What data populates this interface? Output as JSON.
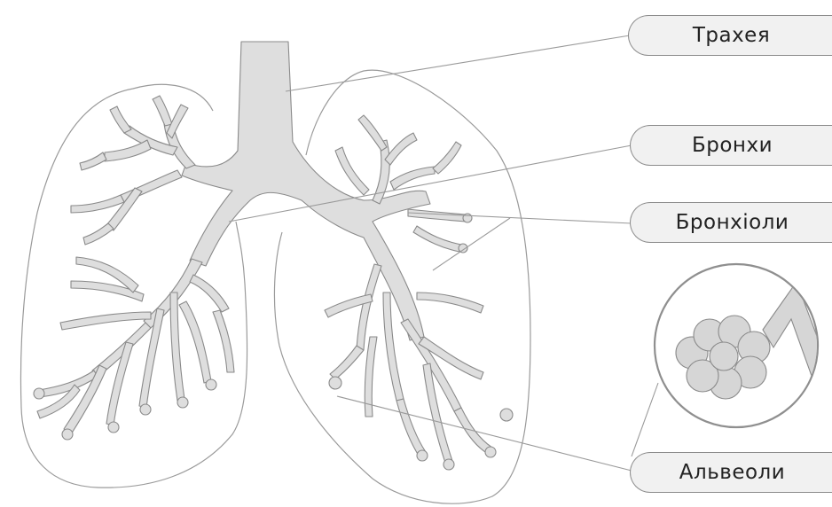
{
  "labels": {
    "trachea": "Трахея",
    "bronchi": "Бронхи",
    "bronchioles": "Бронхіоли",
    "alveoli": "Альвеоли"
  },
  "icons": {
    "lungs": "lungs-illustration",
    "alveoli_zoom": "alveoli-zoom-icon"
  },
  "colors": {
    "airway_fill": "#dedede",
    "outline": "#8a8a8a",
    "label_bg": "#f1f1f1",
    "leader_line": "#9a9a9a"
  }
}
